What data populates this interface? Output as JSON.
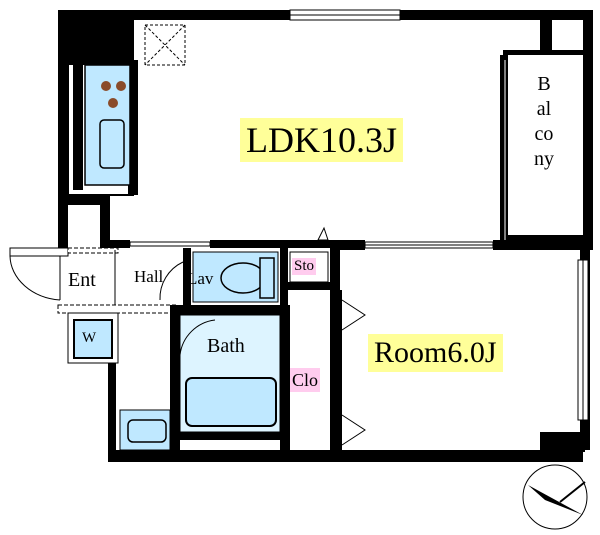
{
  "rooms": {
    "ldk": "LDK10.3J",
    "room": "Room6.0J",
    "balcony": "Balcony",
    "entrance": "Ent",
    "hall": "Hall",
    "lavatory": "Lav",
    "storage": "Sto",
    "bath": "Bath",
    "closet": "Clo",
    "washer": "W"
  },
  "colors": {
    "wall": "#000000",
    "fixture": "#bfe8ff",
    "highlight_yellow": "#ffff99",
    "highlight_pink": "#ffccee"
  },
  "icons": {
    "compass": "north-arrow-compass",
    "stove": "three-burner-stove",
    "sink": "kitchen-sink",
    "toilet": "toilet",
    "bathtub": "bathtub",
    "washbasin": "washbasin",
    "vent": "ceiling-vent"
  }
}
